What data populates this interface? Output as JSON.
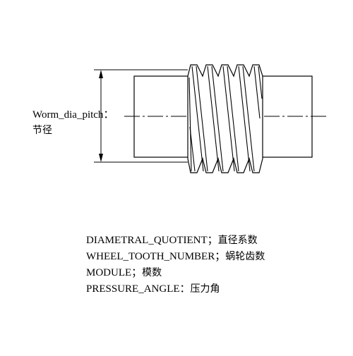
{
  "dimension": {
    "label_en": "Worm_dia_pitch：",
    "label_zh": "节径"
  },
  "parameters": [
    {
      "key": "DIAMETRAL_QUOTIENT；",
      "zh": "直径系数"
    },
    {
      "key": "WHEEL_TOOTH_NUMBER；",
      "zh": "蜗轮齿数"
    },
    {
      "key": "MODULE；",
      "zh": "模数"
    },
    {
      "key": "PRESSURE_ANGLE：",
      "zh": "压力角"
    }
  ],
  "colors": {
    "line": "#000000",
    "background": "#ffffff"
  }
}
